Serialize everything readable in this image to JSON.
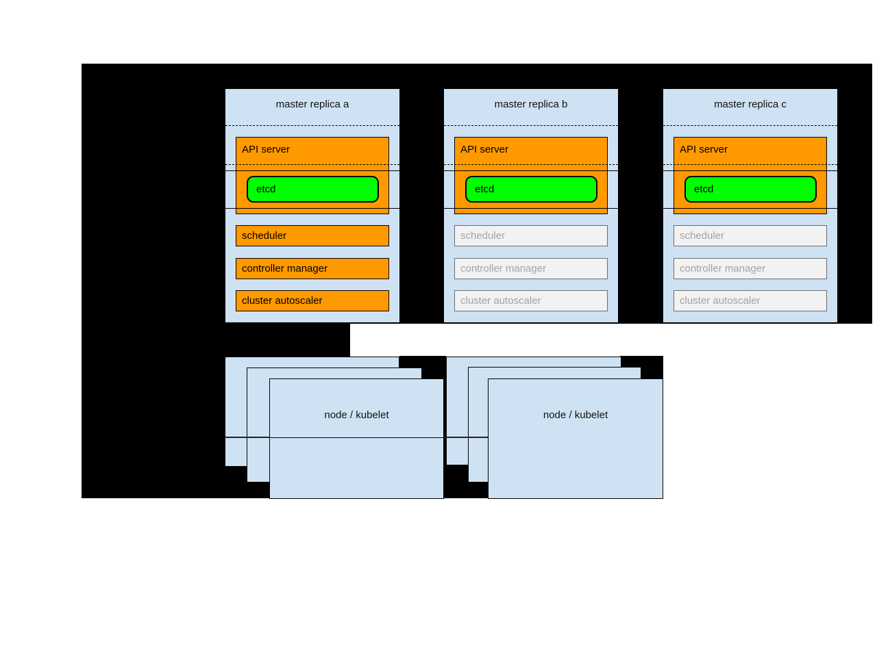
{
  "diagram": {
    "masters": [
      {
        "title": "master replica a",
        "api_server_label": "API server",
        "etcd_label": "etcd",
        "components": [
          {
            "label": "scheduler",
            "state": "active"
          },
          {
            "label": "controller manager",
            "state": "active"
          },
          {
            "label": "cluster autoscaler",
            "state": "active"
          }
        ]
      },
      {
        "title": "master replica b",
        "api_server_label": "API server",
        "etcd_label": "etcd",
        "components": [
          {
            "label": "scheduler",
            "state": "inactive"
          },
          {
            "label": "controller manager",
            "state": "inactive"
          },
          {
            "label": "cluster autoscaler",
            "state": "inactive"
          }
        ]
      },
      {
        "title": "master replica c",
        "api_server_label": "API server",
        "etcd_label": "etcd",
        "components": [
          {
            "label": "scheduler",
            "state": "inactive"
          },
          {
            "label": "controller manager",
            "state": "inactive"
          },
          {
            "label": "cluster autoscaler",
            "state": "inactive"
          }
        ]
      }
    ],
    "node_groups": [
      {
        "label": "node / kubelet"
      },
      {
        "label": "node / kubelet"
      }
    ],
    "colors": {
      "page": "#ffffff",
      "background": "#000000",
      "box_fill": "#cfe2f3",
      "active_fill": "#ff9900",
      "etcd_fill": "#00ff00",
      "inactive_fill": "#f2f2f2",
      "inactive_text": "#a3a3a3"
    }
  }
}
